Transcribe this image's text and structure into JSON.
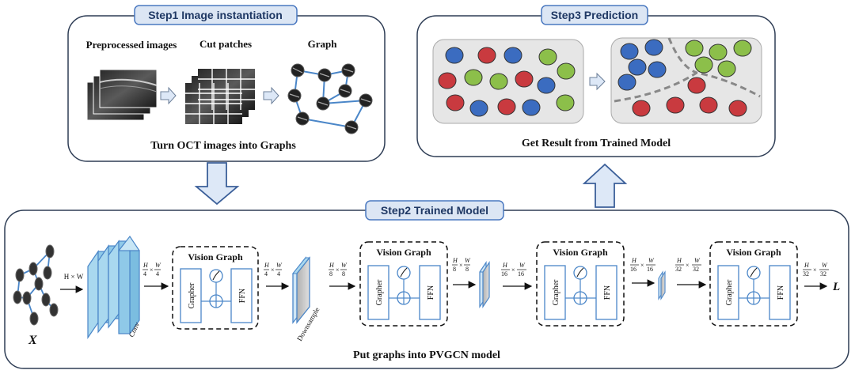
{
  "step1": {
    "title": "Step1 Image instantiation",
    "label_preprocessed": "Preprocessed  images",
    "label_cut": "Cut patches",
    "label_graph": "Graph",
    "caption": "Turn OCT images into Graphs"
  },
  "step3": {
    "title": "Step3 Prediction",
    "caption": "Get Result from Trained Model"
  },
  "step2": {
    "title": "Step2  Trained Model",
    "caption": "Put graphs into PVGCN model",
    "input_label": "X",
    "output_label": "L",
    "dim0": "H × W",
    "conv_label": "Conv",
    "downsample_label": "Downsample",
    "block_title": "Vision Graph",
    "grapher": "Grapher",
    "ffn": "FFN",
    "dims": [
      {
        "h": "H",
        "hd": "4",
        "w": "W",
        "wd": "4"
      },
      {
        "h": "H",
        "hd": "4",
        "w": "W",
        "wd": "4"
      },
      {
        "h": "H",
        "hd": "8",
        "w": "W",
        "wd": "8"
      },
      {
        "h": "H",
        "hd": "8",
        "w": "W",
        "wd": "8"
      },
      {
        "h": "H",
        "hd": "16",
        "w": "W",
        "wd": "16"
      },
      {
        "h": "H",
        "hd": "16",
        "w": "W",
        "wd": "16"
      },
      {
        "h": "H",
        "hd": "32",
        "w": "W",
        "wd": "32"
      },
      {
        "h": "H",
        "hd": "32",
        "w": "W",
        "wd": "32"
      }
    ]
  },
  "colors": {
    "panel_stroke": "#2e3d55",
    "header_fill": "#dce6f4",
    "header_stroke": "#4a78c0",
    "arrow_fill": "#dde8f7",
    "arrow_stroke": "#3b5f99",
    "red": "#c93a3f",
    "blue": "#3b6cc0",
    "green": "#8cbf4a",
    "conv_fill": "#8fc9e8",
    "layer_stroke": "#4a86c8"
  }
}
